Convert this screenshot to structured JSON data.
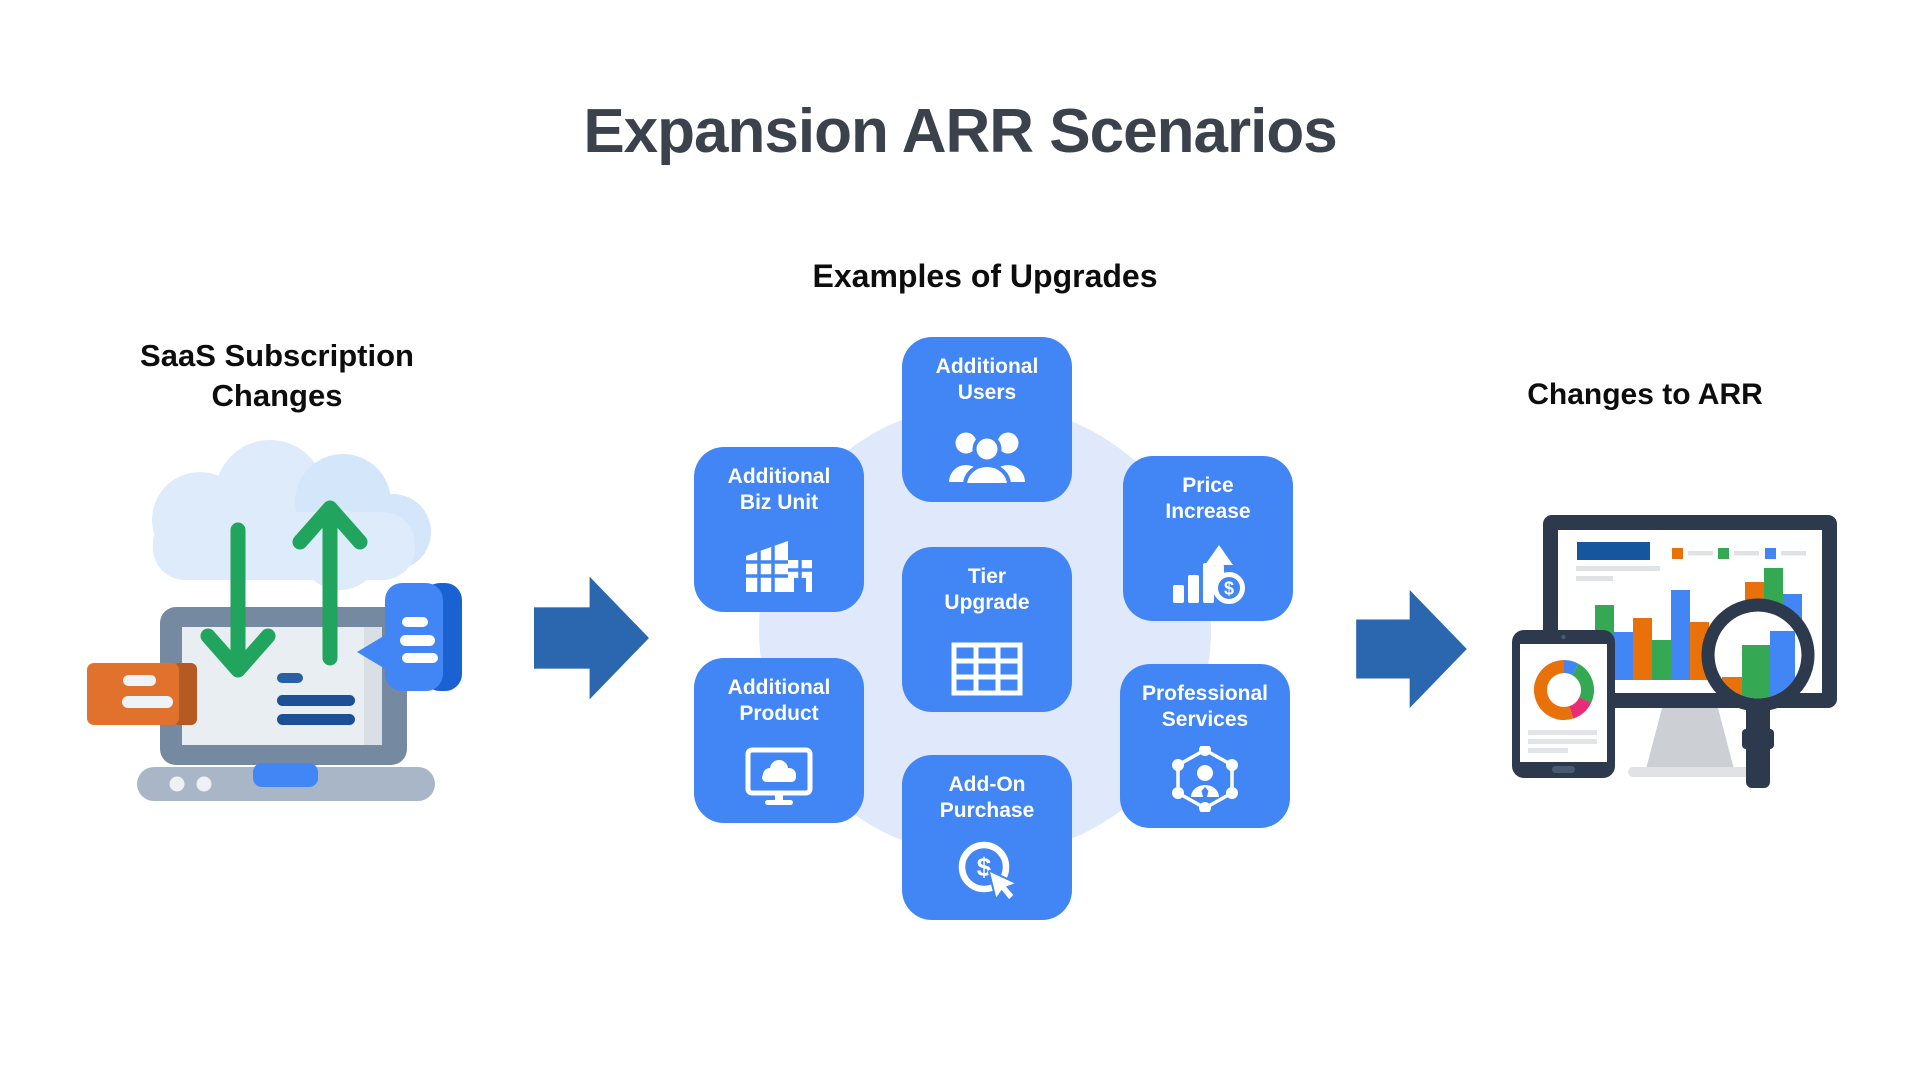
{
  "title": "Expansion ARR Scenarios",
  "left_section": {
    "heading": "SaaS Subscription\nChanges",
    "illustration": "laptop-cloud-sync-illustration"
  },
  "middle_section": {
    "heading": "Examples of Upgrades",
    "boxes": [
      {
        "label": "Additional\nUsers",
        "icon": "users-icon"
      },
      {
        "label": "Additional\nBiz Unit",
        "icon": "building-icon"
      },
      {
        "label": "Price\nIncrease",
        "icon": "price-increase-icon"
      },
      {
        "label": "Tier\nUpgrade",
        "icon": "tier-table-icon"
      },
      {
        "label": "Additional\nProduct",
        "icon": "monitor-cloud-icon"
      },
      {
        "label": "Professional\nServices",
        "icon": "network-person-icon"
      },
      {
        "label": "Add-On\nPurchase",
        "icon": "dollar-click-icon"
      }
    ]
  },
  "right_section": {
    "heading": "Changes to ARR",
    "illustration": "analytics-dashboard-illustration"
  },
  "icons": {
    "dollar": "$"
  },
  "palette": {
    "box_blue": "#4285f4",
    "flow_arrow_blue": "#2a67ae",
    "sync_green": "#21a55e",
    "cloud_blue": "#ddebfa",
    "circle_background": "#dfe9fb",
    "title_slate": "#3b424c",
    "laptop_frame": "#7589a0",
    "orange_tag": "#e0722e",
    "bubble_blue": "#4285f4",
    "device_navy": "#2d3a4d",
    "chart_orange": "#e8710a",
    "chart_green": "#34a853",
    "chart_blue": "#4285f4",
    "chart_pink": "#e82d76",
    "screen_header_blue": "#15569f"
  }
}
